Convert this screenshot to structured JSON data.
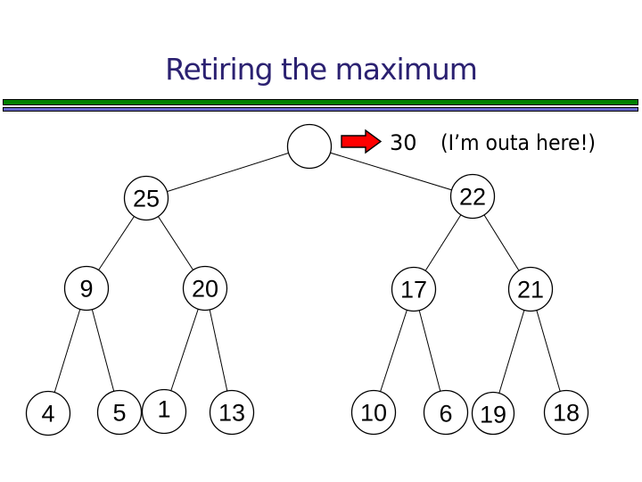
{
  "slide": {
    "title": "Retiring the maximum",
    "colors": {
      "title_text": "#2B2171",
      "divider_green": "#008000",
      "divider_blue": "#6666CC",
      "arrow": "#FF0000",
      "node_fill": "#FFFFFF",
      "line": "#000000"
    }
  },
  "annotation": {
    "removed_value": "30",
    "caption": "(I’m outa here!)"
  },
  "tree": {
    "type": "binary max-heap (diagram)",
    "nodes": [
      {
        "label": ""
      },
      {
        "label": "25"
      },
      {
        "label": "22"
      },
      {
        "label": "9"
      },
      {
        "label": "20"
      },
      {
        "label": "17"
      },
      {
        "label": "21"
      },
      {
        "label": "4"
      },
      {
        "label": "5"
      },
      {
        "label": "1"
      },
      {
        "label": "13"
      },
      {
        "label": "10"
      },
      {
        "label": "6"
      },
      {
        "label": "19"
      },
      {
        "label": "18"
      }
    ],
    "edges": [
      [
        0,
        1
      ],
      [
        0,
        2
      ],
      [
        1,
        3
      ],
      [
        1,
        4
      ],
      [
        2,
        5
      ],
      [
        2,
        6
      ],
      [
        3,
        7
      ],
      [
        3,
        8
      ],
      [
        4,
        9
      ],
      [
        4,
        10
      ],
      [
        5,
        11
      ],
      [
        5,
        12
      ],
      [
        6,
        13
      ],
      [
        6,
        14
      ]
    ]
  }
}
